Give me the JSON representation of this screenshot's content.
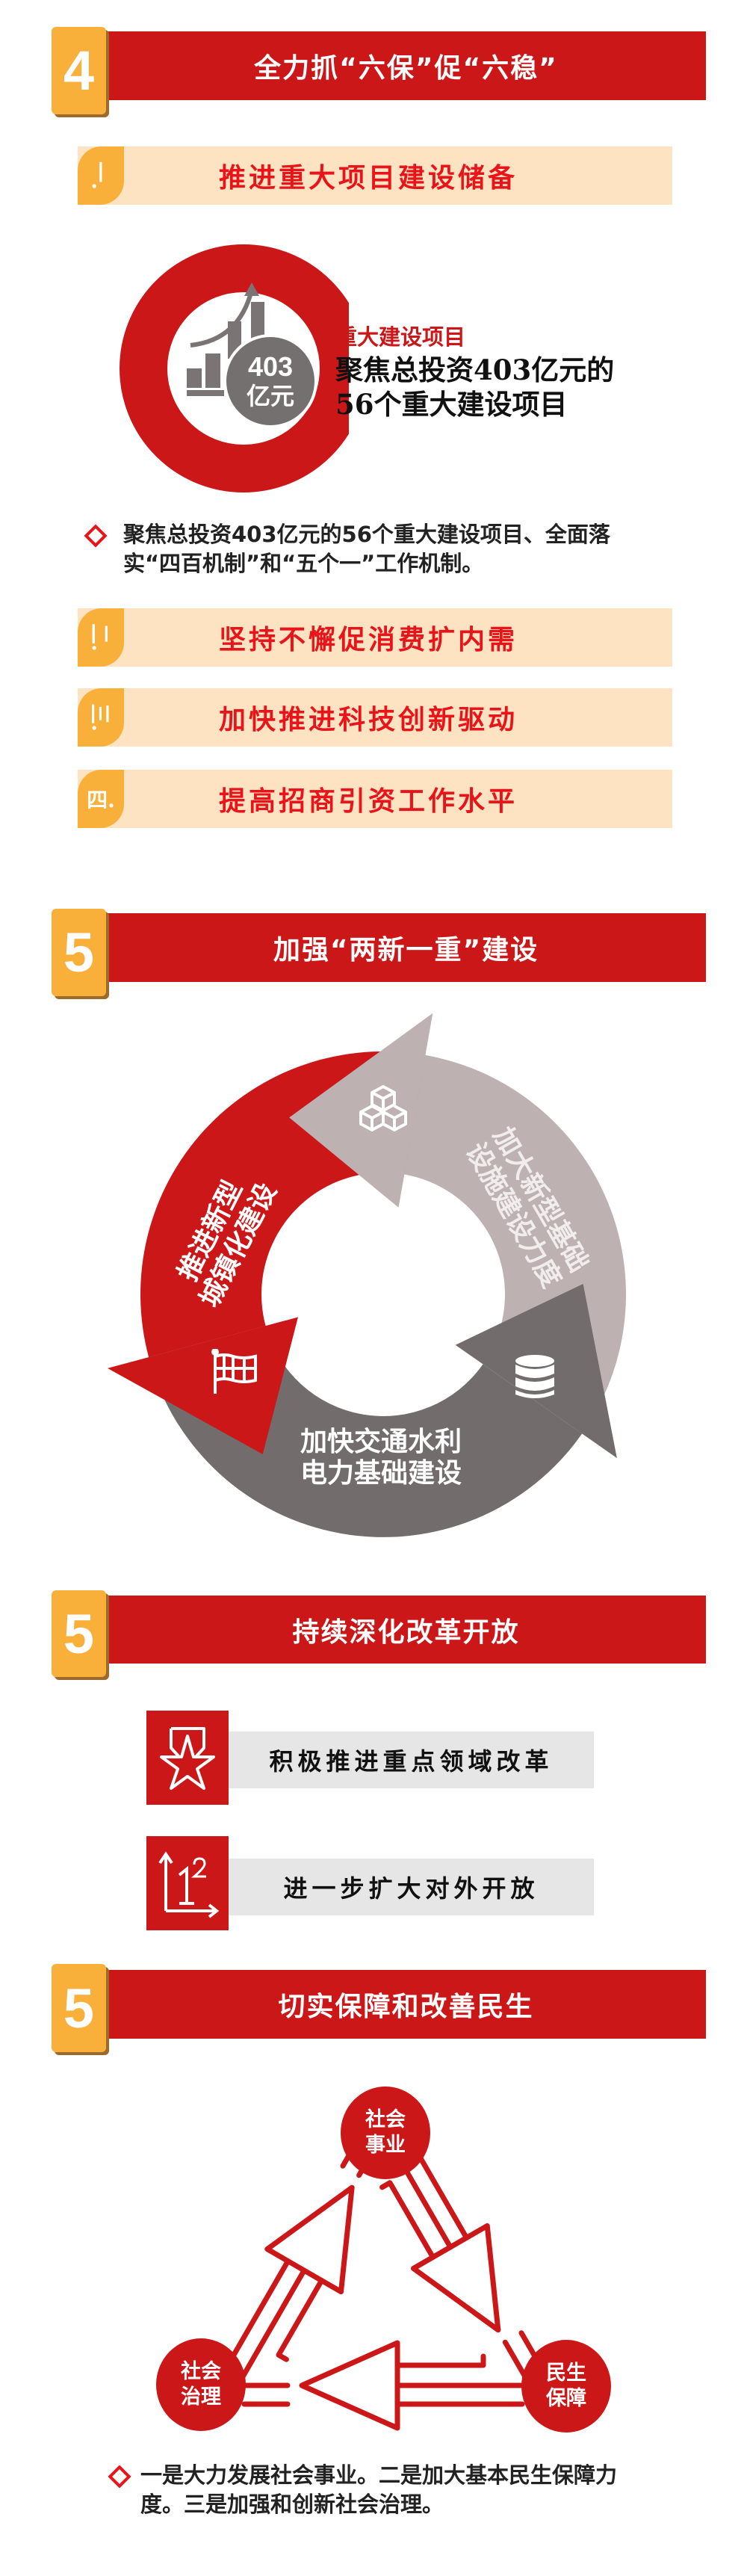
{
  "colors": {
    "red": "#cc1719",
    "orange": "#f9b03a",
    "cream": "#fde3c1",
    "light_gray": "#bdb1b1",
    "dark_gray": "#726c6c",
    "bar_gray": "#e6e6e6"
  },
  "section4": {
    "number": "4",
    "title": "全力抓“六保”促“六稳”",
    "subs": [
      {
        "num": "一.",
        "label": "推进重大项目建设储备"
      },
      {
        "num": "二.",
        "label": "坚持不懈促消费扩内需"
      },
      {
        "num": "三.",
        "label": "加快推进科技创新驱动"
      },
      {
        "num": "四.",
        "label": "提高招商引资工作水平"
      }
    ],
    "highlight": {
      "amount": "403",
      "unit": "亿元",
      "label": "重大建设项目",
      "line1": "聚焦总投资403亿元的",
      "line2": "56个重大建设项目"
    },
    "bullet": {
      "line1": "聚焦总投资403亿元的56个重大建设项目、全面落",
      "line2": "实“四百机制”和“五个一”工作机制。"
    }
  },
  "section5a": {
    "number": "5",
    "title": "加强“两新一重”建设",
    "cycle": [
      {
        "line1": "推进新型",
        "line2": "城镇化建设",
        "icon": "flag-icon"
      },
      {
        "line1": "加大新型基础",
        "line2": "设施建设力度",
        "icon": "cubes-icon"
      },
      {
        "line1": "加快交通水利",
        "line2": "电力基础建设",
        "icon": "database-icon"
      }
    ]
  },
  "section5b": {
    "number": "5",
    "title": "持续深化改革开放",
    "items": [
      {
        "label": "积极推进重点领域改革",
        "icon": "medal-star-icon"
      },
      {
        "label": "进一步扩大对外开放",
        "icon": "growth-axis-icon"
      }
    ]
  },
  "section5c": {
    "number": "5",
    "title": "切实保障和改善民生",
    "nodes": [
      {
        "line1": "社会",
        "line2": "事业"
      },
      {
        "line1": "民生",
        "line2": "保障"
      },
      {
        "line1": "社会",
        "line2": "治理"
      }
    ],
    "bullet": {
      "line1": "一是大力发展社会事业。二是加大基本民生保障力",
      "line2": "度。三是加强和创新社会治理。"
    }
  }
}
